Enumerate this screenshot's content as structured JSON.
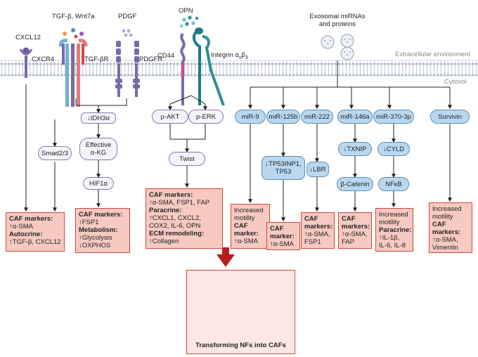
{
  "ligands": {
    "cxcl12": "CXCL12",
    "tgfb_wnt7a": "TGF-β, Wnt7a",
    "pdgf": "PDGF",
    "opn": "OPN",
    "exosomal": [
      "Exosomal miRNAs",
      "and proteins"
    ]
  },
  "receptors": {
    "cxcr4": "CXCR4",
    "tgfbr": "TGF-βR",
    "pdgfr": "PDGFR",
    "cd44": "CD44",
    "integrin": "Integrin αvβ3"
  },
  "membrane": {
    "extracellular": "Extracellular environment",
    "cytosol": "Cytosol"
  },
  "nodes": {
    "smad": "Smad2/3",
    "idh3a": "↓IDH3α",
    "akg": [
      "Effective",
      "α-KG"
    ],
    "hif1a": "HIF1α",
    "pakt": "p-AKT",
    "perk": "p-ERK",
    "twist": "Twist",
    "mir9": "miR-9",
    "mir125b": "miR-125b",
    "mir222": "miR-222",
    "mir146a": "miR-146a",
    "mir370": "miR-370-3p",
    "survivin": "Survivin",
    "tp53": [
      "↓TP53INP1,",
      "TP53"
    ],
    "lbr": "↓LBR",
    "txnip": "↓TXNIP",
    "bcatenin": "β-Catenin",
    "cyld": "↓CYLD",
    "nfkb": "NFκB"
  },
  "outcomes": {
    "box1": [
      "CAF markers:",
      "↑α-SMA",
      "Autocrine:",
      "↑TGF-β, CXCL12"
    ],
    "box2": [
      "CAF markers:",
      "↑FSP1",
      "Metabolism:",
      "↑Glycolysis",
      "↓OXPHOS"
    ],
    "box3": [
      "CAF markers:",
      "↑α-SMA, FSP1, FAP",
      "Paracrine:",
      "↑CXCL1, CXCL2,",
      "COX2, IL-6, OPN",
      "ECM remodeling:",
      "↑Collagen"
    ],
    "box4": [
      "Increased",
      "motility",
      "CAF",
      "marker:",
      "↑α-SMA"
    ],
    "box5": [
      "CAF",
      "marker:",
      "↑α-SMA"
    ],
    "box6": [
      "CAF",
      "markers:",
      "↑α-SMA,",
      "FSP1"
    ],
    "box7": [
      "CAF",
      "markers:",
      "↑α-SMA,",
      "FAP"
    ],
    "box8": [
      "Increased",
      "motility",
      "Paracrine:",
      "↑IL-1β,",
      "IL-6, IL-8"
    ],
    "box9": [
      "Increased",
      "motility",
      "CAF",
      "markers:",
      "↑α-SMA,",
      "Vimentin"
    ]
  },
  "final_label": "Transforming NFs into CAFs",
  "colors": {
    "purple": "#7b6aa8",
    "blue_pill": "#b9d8f0",
    "red_border": "#d4453c",
    "pink_fill": "#f6c9c1",
    "teal": "#1f7a87",
    "membrane": "#cfd6e3",
    "arrow_red": "#b51f1f"
  }
}
